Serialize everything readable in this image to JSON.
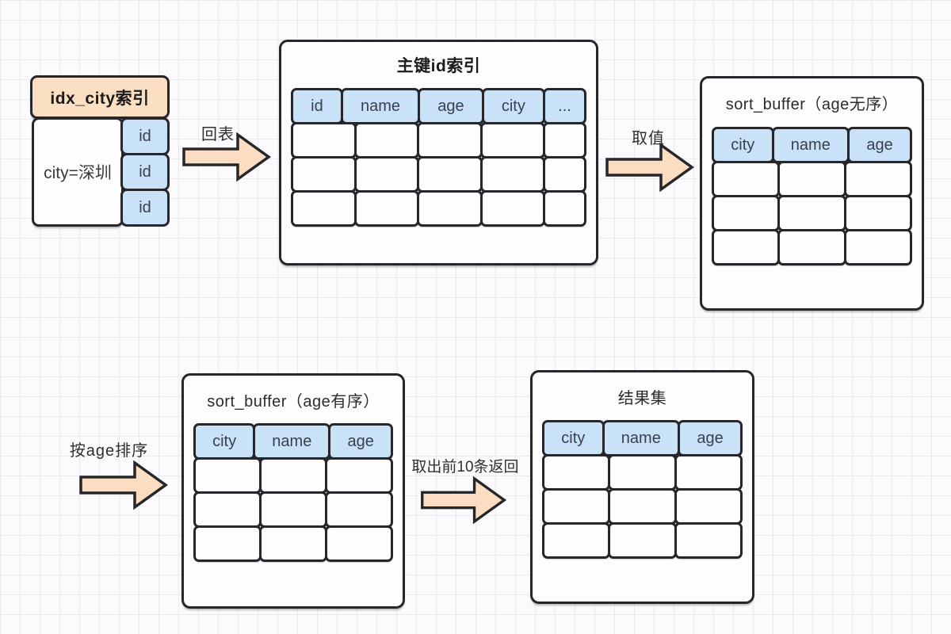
{
  "tables": {
    "idx_city": {
      "title": "idx_city索引",
      "condition": "city=深圳",
      "id_cells": [
        "id",
        "id",
        "id"
      ]
    },
    "primary_key": {
      "title": "主键id索引",
      "columns": [
        "id",
        "name",
        "age",
        "city",
        "..."
      ],
      "empty_rows": 3
    },
    "sort_buffer_unordered": {
      "title": "sort_buffer（age无序）",
      "columns": [
        "city",
        "name",
        "age"
      ],
      "empty_rows": 3
    },
    "sort_buffer_ordered": {
      "title": "sort_buffer（age有序）",
      "columns": [
        "city",
        "name",
        "age"
      ],
      "empty_rows": 3
    },
    "result_set": {
      "title": "结果集",
      "columns": [
        "city",
        "name",
        "age"
      ],
      "empty_rows": 3
    }
  },
  "arrows": {
    "back_to_table": {
      "label": "回表"
    },
    "fetch_values": {
      "label": "取值"
    },
    "sort_by_age": {
      "label": "按age排序"
    },
    "return_top10": {
      "label": "取出前10条返回"
    }
  },
  "colors": {
    "header_peach": "#fbdfc3",
    "cell_blue": "#c9e2f7",
    "arrow_fill": "#fbddc1",
    "border_dark": "#26262b",
    "grid_line": "#e9eaf0",
    "canvas_bg": "#fbfbfd"
  }
}
